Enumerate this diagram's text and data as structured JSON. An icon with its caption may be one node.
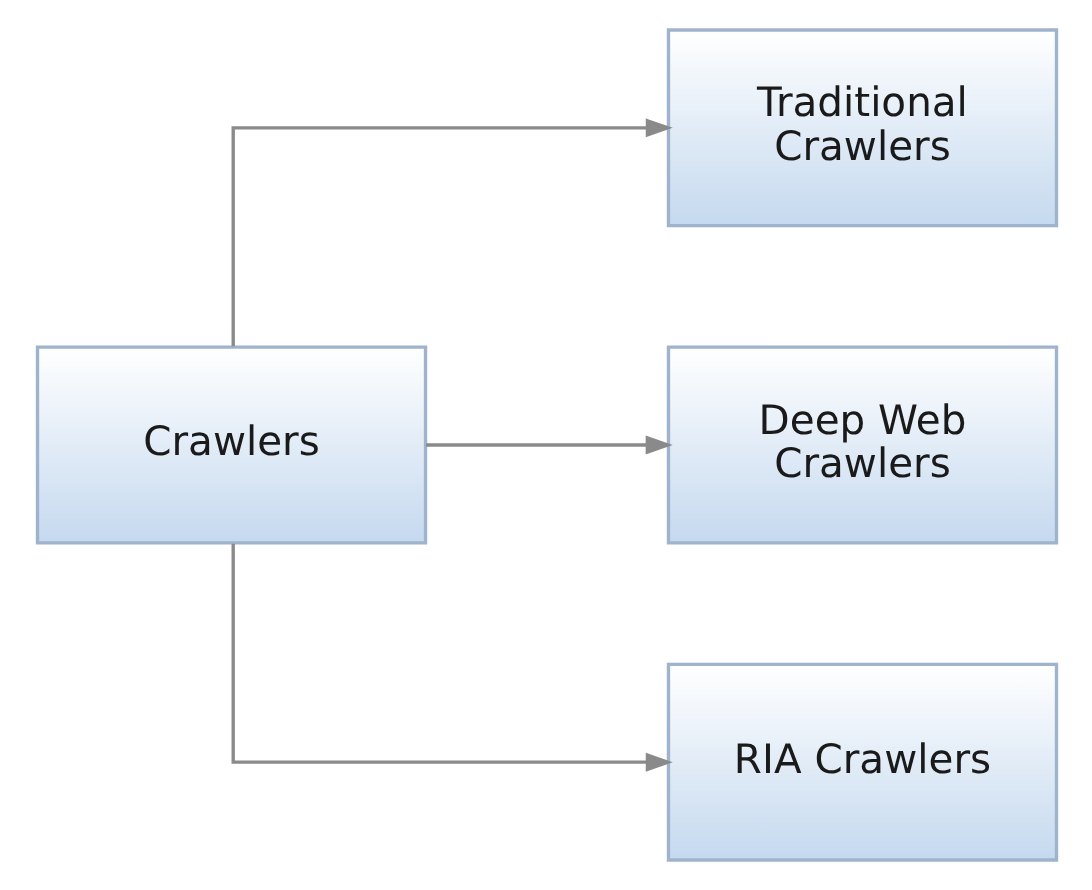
{
  "diagram": {
    "nodes": [
      {
        "text": [
          "Crawlers"
        ]
      },
      {
        "text": [
          "Traditional Crawlers"
        ]
      },
      {
        "text": [
          "Deep Web Crawlers"
        ]
      },
      {
        "text": [
          "RIA Crawlers"
        ]
      }
    ],
    "edges": [
      {
        "from": 0,
        "to": 1,
        "arrow": "to"
      },
      {
        "from": 0,
        "to": 2,
        "arrow": "to"
      },
      {
        "from": 0,
        "to": 3,
        "arrow": "to"
      }
    ]
  }
}
